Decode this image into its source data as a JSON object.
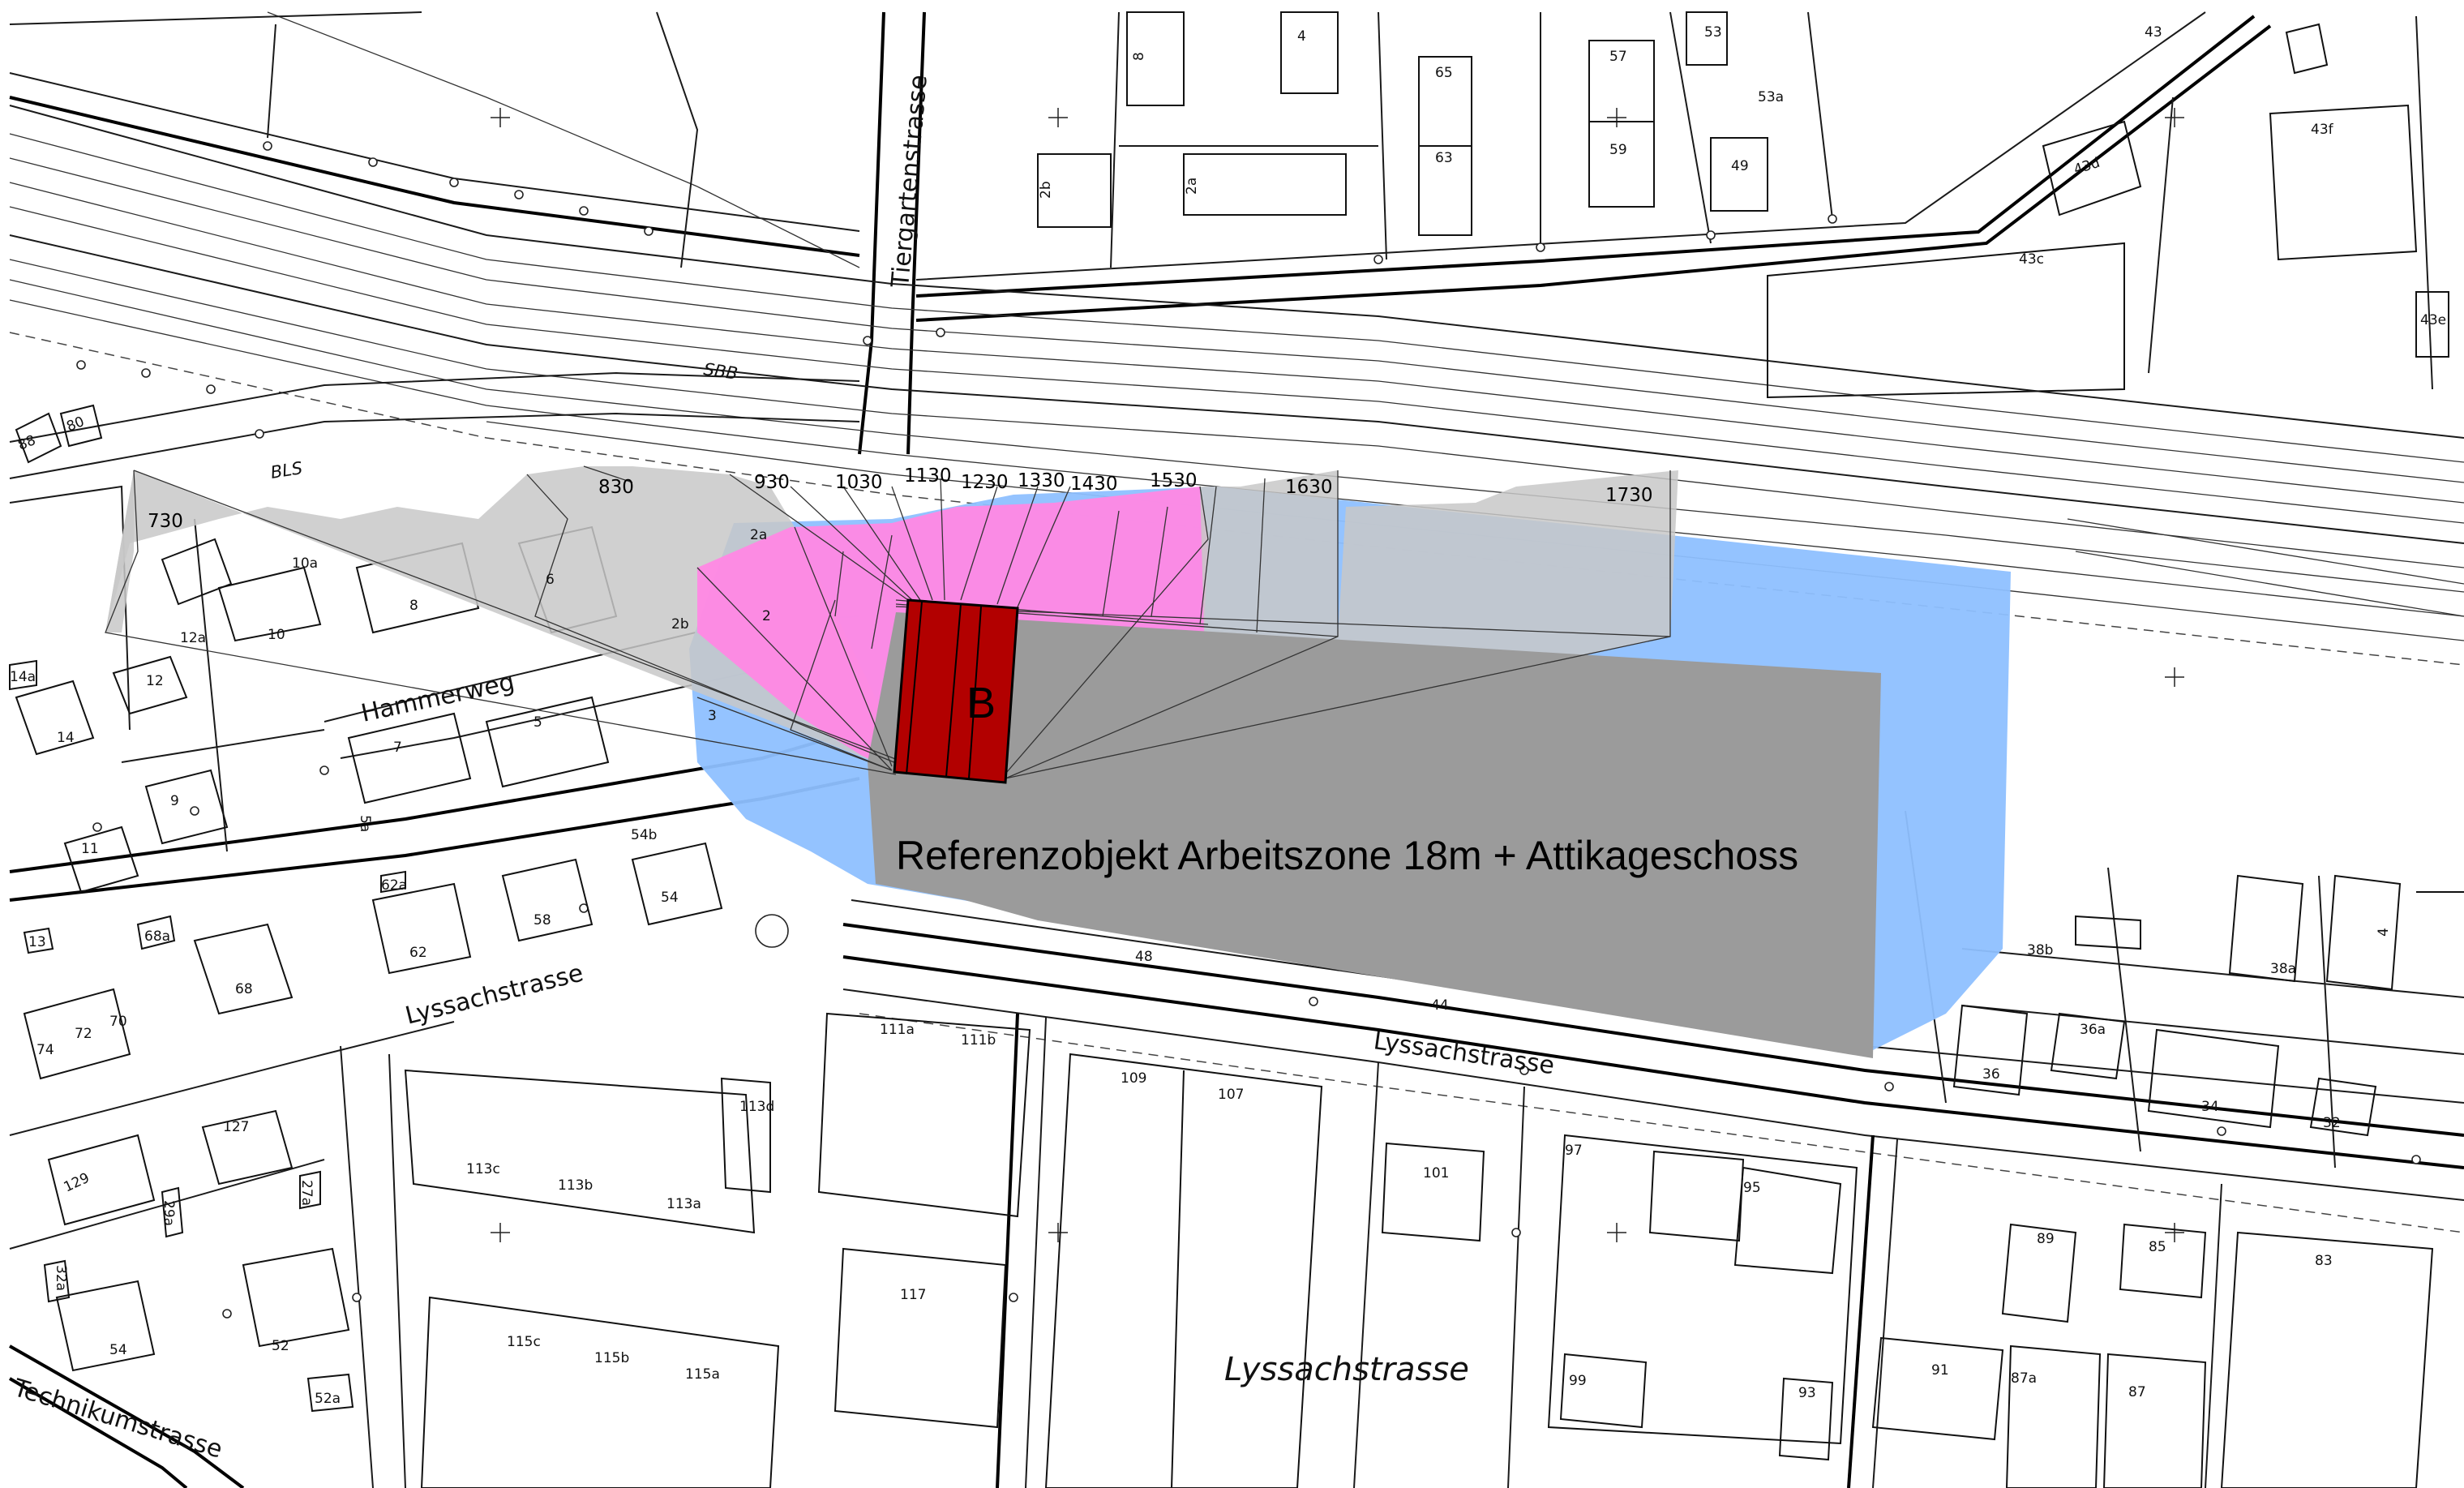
{
  "colors": {
    "shadow_gray": "#c8c8c8",
    "shadow_pink": "#ff88e4",
    "shadow_blue": "#8ec0ff",
    "reference_object": "#9b9b9b",
    "building_b": "#b20000"
  },
  "labels": {
    "building": "B",
    "reference_object": "Referenzobjekt Arbeitszone 18m + Attikageschoss",
    "rail_sbb": "SBB",
    "rail_bls": "BLS"
  },
  "streets": {
    "tiergartenstrasse": "Tiergartenstrasse",
    "hammerweg": "Hammerweg",
    "lyssachstrasse_west": "Lyssachstrasse",
    "lyssachstrasse_center": "Lyssachstrasse",
    "lyssachstrasse_south": "Lyssachstrasse",
    "technikumstrasse": "Technikumstrasse"
  },
  "shadow_times": [
    "730",
    "830",
    "930",
    "1030",
    "1130",
    "1230",
    "1330",
    "1430",
    "1530",
    "1630",
    "1730"
  ],
  "house_numbers": {
    "n1": [
      "8",
      "4",
      "65",
      "63",
      "57",
      "59",
      "53",
      "53a",
      "49",
      "43",
      "43f",
      "43d",
      "43c",
      "43e",
      "2b",
      "2a"
    ],
    "n2": [
      "88",
      "80",
      "10a",
      "12a",
      "10",
      "8",
      "6",
      "2a",
      "2",
      "2b",
      "3",
      "14a",
      "14",
      "12"
    ],
    "n3": [
      "7",
      "5",
      "5a",
      "54b",
      "9",
      "11",
      "62a",
      "58",
      "54",
      "62",
      "13",
      "68a",
      "68",
      "74",
      "72",
      "70"
    ],
    "n4": [
      "48",
      "44",
      "38b",
      "38a",
      "4",
      "36a",
      "36",
      "34",
      "32"
    ],
    "n5": [
      "111a",
      "111b",
      "113d",
      "109",
      "107",
      "101",
      "97",
      "95",
      "127",
      "129",
      "29a",
      "27a",
      "113c",
      "113b",
      "113a"
    ],
    "n6": [
      "117",
      "89",
      "85",
      "83",
      "115c",
      "115b",
      "115a",
      "54",
      "52",
      "52a",
      "99",
      "93",
      "91",
      "87a",
      "87",
      "32a"
    ]
  }
}
